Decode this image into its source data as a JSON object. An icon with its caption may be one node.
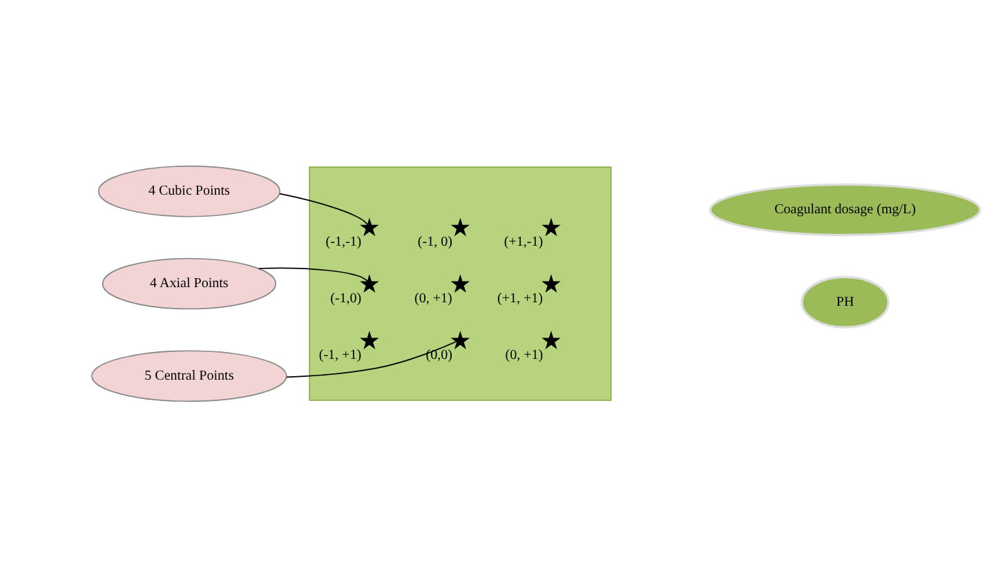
{
  "diagram": {
    "nodes": [
      {
        "text": [],
        "shape": "box"
      },
      {
        "text": [],
        "shape": "star",
        "in": 0,
        "beside": [
          "(-1, +1)"
        ]
      },
      {
        "text": [],
        "shape": "star",
        "in": 0,
        "beside": [
          "(0, +1)"
        ]
      },
      {
        "text": [],
        "shape": "star",
        "in": 0,
        "beside": [
          "(+1, +1)"
        ]
      },
      {
        "text": [],
        "shape": "star",
        "in": 0,
        "beside": [
          "(-1,0)"
        ]
      },
      {
        "text": [],
        "shape": "star",
        "in": 0,
        "beside": [
          "(0,0)"
        ]
      },
      {
        "text": [],
        "shape": "star",
        "in": 0,
        "beside": [
          "(0, +1)"
        ]
      },
      {
        "text": [],
        "shape": "star",
        "in": 0,
        "beside": [
          "(-1,-1)"
        ]
      },
      {
        "text": [],
        "shape": "star",
        "in": 0,
        "beside": [
          "(-1, 0)"
        ]
      },
      {
        "text": [],
        "shape": "star",
        "in": 0,
        "beside": [
          "(+1,-1)"
        ]
      },
      {
        "text": [
          "5 Central Points"
        ]
      },
      {
        "text": [
          "4 Axial Points"
        ]
      },
      {
        "text": [
          "4 Cubic Points"
        ]
      },
      {
        "text": [
          "PH"
        ]
      },
      {
        "text": [
          "Coagulant dosage (mg/L)"
        ]
      }
    ],
    "edges": [
      {
        "from": 10,
        "to": 5,
        "arrow": "none"
      },
      {
        "from": 11,
        "to": 4,
        "arrow": "none"
      },
      {
        "from": 12,
        "to": 7,
        "arrow": "none"
      }
    ]
  }
}
